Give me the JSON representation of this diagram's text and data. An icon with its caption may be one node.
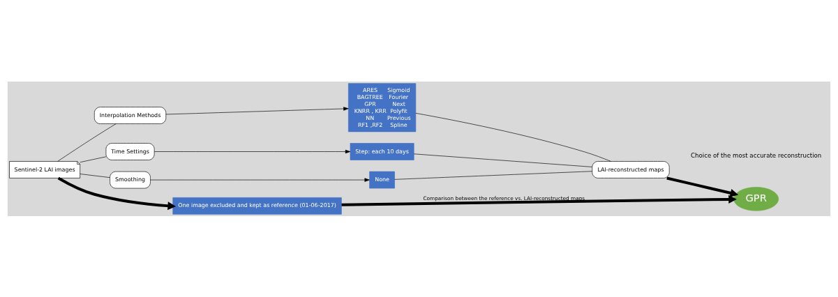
{
  "diagram": {
    "nodes": [
      {
        "text": [
          "Sentinel-2 LAI images"
        ]
      },
      {
        "text": [
          "Interpolation Methods"
        ]
      },
      {
        "text": [
          "Time Settings"
        ]
      },
      {
        "text": [
          "Smoothing"
        ]
      },
      {
        "text": [
          "ARES",
          "BAGTREE",
          "GPR",
          "KNRR , KRR",
          "NN",
          "RF1 ,RF2",
          "Sigmoid",
          "Fourier",
          "Next",
          "Polyfit",
          "Previous",
          "Spline"
        ]
      },
      {
        "text": [
          "Step: each 10 days"
        ]
      },
      {
        "text": [
          "None"
        ]
      },
      {
        "text": [
          "LAI-reconstructed maps"
        ]
      },
      {
        "text": [
          "GPR"
        ]
      },
      {
        "text": [
          "One image excluded and kept as reference (01-06-2017)"
        ]
      }
    ],
    "edges": [
      {
        "from": 0,
        "to": 1,
        "arrow": "none"
      },
      {
        "from": 0,
        "to": 2,
        "arrow": "none"
      },
      {
        "from": 0,
        "to": 3,
        "arrow": "none"
      },
      {
        "from": 1,
        "to": 4,
        "arrow": "to"
      },
      {
        "from": 2,
        "to": 5,
        "arrow": "to"
      },
      {
        "from": 3,
        "to": 6,
        "arrow": "to"
      },
      {
        "from": 4,
        "to": 7,
        "arrow": "none"
      },
      {
        "from": 5,
        "to": 7,
        "arrow": "none"
      },
      {
        "from": 6,
        "to": 7,
        "arrow": "none"
      },
      {
        "from": 7,
        "to": 8,
        "arrow": "to",
        "style": "thick"
      },
      {
        "from": 0,
        "to": 9,
        "arrow": "to",
        "style": "thick"
      },
      {
        "from": 9,
        "to": 8,
        "arrow": "to",
        "style": "thick",
        "label": "Comparison between the reference vs. LAI-reconstructed maps"
      }
    ],
    "labels": [
      "Choice of the most accurate reconstruction"
    ]
  }
}
